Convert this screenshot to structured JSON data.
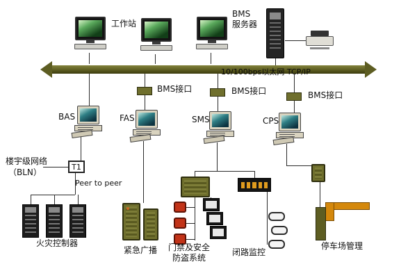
{
  "top_row": {
    "workstation_label": "工作站",
    "bms_server_label_line1": "BMS",
    "bms_server_label_line2": "服务器"
  },
  "backbone": {
    "label": "10/100bps以太网  TCP/IP"
  },
  "interfaces": {
    "i1": "BMS接口",
    "i2": "BMS接口",
    "i3": "BMS接口"
  },
  "subsystems": {
    "bas": "BAS",
    "fas": "FAS",
    "sms": "SMS",
    "cps": "CPS"
  },
  "left_panel": {
    "bln_line1": "楼宇级网络",
    "bln_line2": "（BLN）",
    "t1": "T1",
    "peer_to_peer": "Peer to peer"
  },
  "bottom_labels": {
    "fire_controller": "火灾控制器",
    "emergency_broadcast": "紧急广播",
    "access_line1": "门禁及安全",
    "access_line2": "防盗系统",
    "cctv": "闭路监控",
    "parking": "停车场管理"
  }
}
